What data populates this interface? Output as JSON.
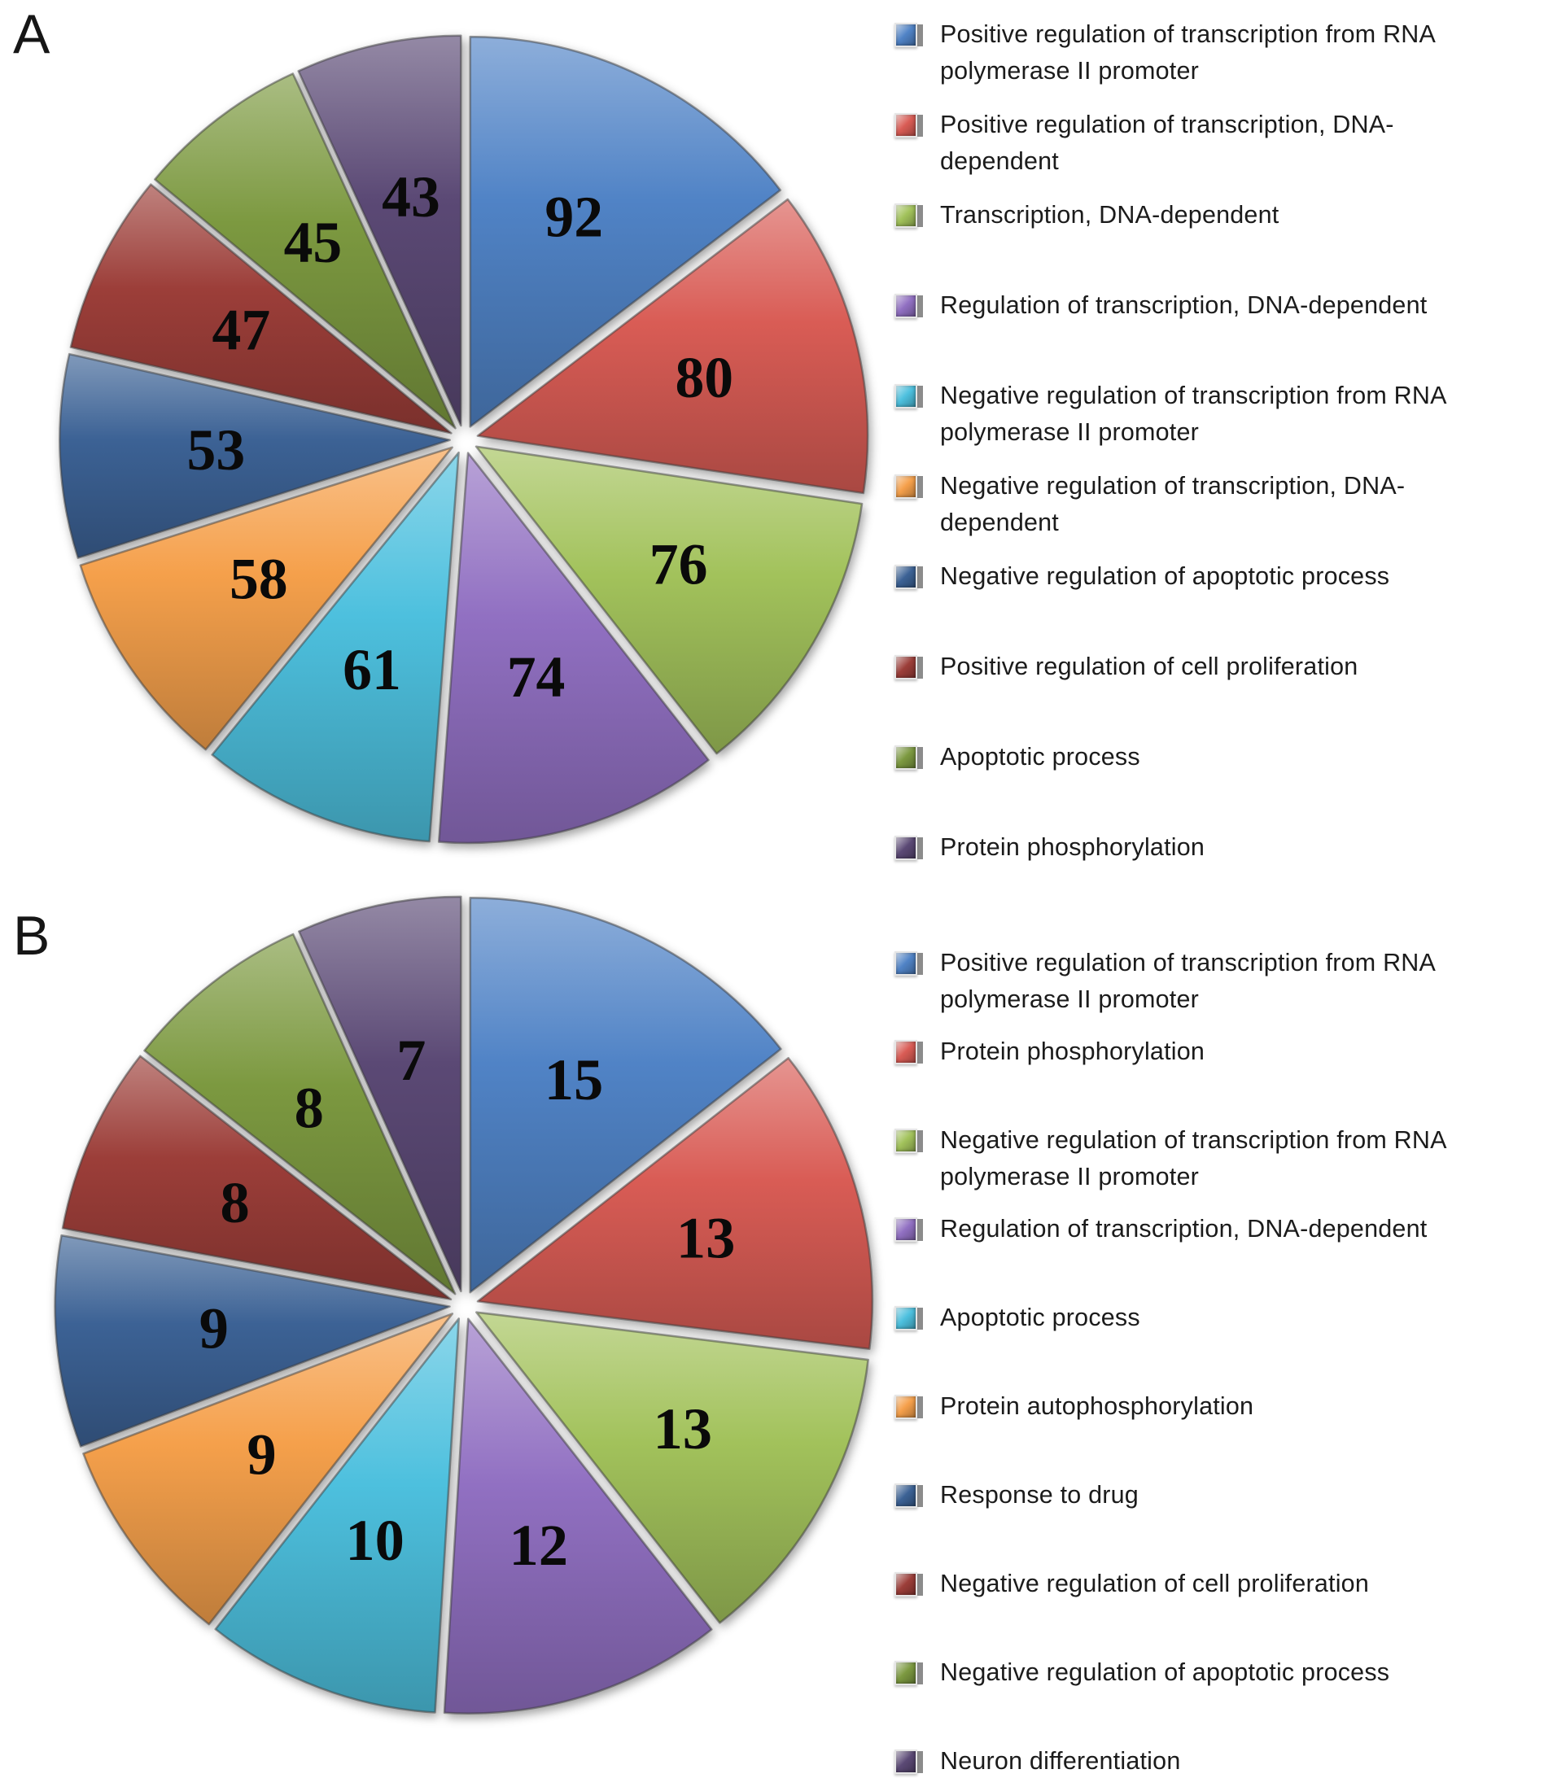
{
  "panels": [
    {
      "label": "A"
    },
    {
      "label": "B"
    }
  ],
  "chart_data": [
    {
      "type": "pie",
      "panel": "A",
      "title": "",
      "direction": "clockwise",
      "start_angle_deg": 0,
      "legend_position": "right",
      "labels_shown": "values-inside-slices",
      "categories": [
        "Positive regulation of transcription from RNA polymerase II promoter",
        "Positive regulation of transcription, DNA-dependent",
        "Transcription, DNA-dependent",
        "Regulation of transcription, DNA-dependent",
        "Negative regulation of transcription from RNA polymerase II promoter",
        "Negative regulation of transcription, DNA-dependent",
        "Negative regulation of apoptotic process",
        "Positive regulation of cell proliferation",
        "Apoptotic process",
        "Protein phosphorylation"
      ],
      "values": [
        92,
        80,
        76,
        74,
        61,
        58,
        53,
        47,
        45,
        43
      ],
      "colors": [
        "#5083C6",
        "#D95C55",
        "#A2C25B",
        "#9170C2",
        "#4DC0DE",
        "#F5A04B",
        "#3C6295",
        "#9C3E39",
        "#7C9940",
        "#5B4975"
      ],
      "legend": [
        {
          "label": "Positive regulation of transcription from RNA\npolymerase II promoter",
          "color": "#5083C6"
        },
        {
          "label": "Positive regulation of transcription, DNA-\ndependent",
          "color": "#D95C55"
        },
        {
          "label": "Transcription, DNA-dependent",
          "color": "#A2C25B"
        },
        {
          "label": "Regulation of transcription, DNA-dependent",
          "color": "#9170C2"
        },
        {
          "label": "Negative regulation of transcription from RNA\npolymerase II promoter",
          "color": "#4DC0DE"
        },
        {
          "label": "Negative regulation of transcription, DNA-\ndependent",
          "color": "#F5A04B"
        },
        {
          "label": "Negative regulation of apoptotic process",
          "color": "#3C6295"
        },
        {
          "label": "Positive regulation of cell proliferation",
          "color": "#9C3E39"
        },
        {
          "label": "Apoptotic process",
          "color": "#7C9940"
        },
        {
          "label": "Protein phosphorylation",
          "color": "#5B4975"
        }
      ]
    },
    {
      "type": "pie",
      "panel": "B",
      "title": "",
      "direction": "clockwise",
      "start_angle_deg": 0,
      "legend_position": "right",
      "labels_shown": "values-inside-slices",
      "categories": [
        "Positive regulation of transcription from RNA polymerase II promoter",
        "Protein phosphorylation",
        "Negative regulation of transcription from RNA polymerase II promoter",
        "Regulation of transcription, DNA-dependent",
        "Apoptotic process",
        "Protein autophosphorylation",
        "Response to drug",
        "Negative regulation of cell proliferation",
        "Negative regulation of apoptotic process",
        "Neuron differentiation"
      ],
      "values": [
        15,
        13,
        13,
        12,
        10,
        9,
        9,
        8,
        8,
        7
      ],
      "colors": [
        "#5083C6",
        "#D95C55",
        "#A2C25B",
        "#9170C2",
        "#4DC0DE",
        "#F5A04B",
        "#3C6295",
        "#9C3E39",
        "#7C9940",
        "#5B4975"
      ],
      "legend": [
        {
          "label": "Positive regulation of transcription from RNA\npolymerase II promoter",
          "color": "#5083C6"
        },
        {
          "label": "Protein phosphorylation",
          "color": "#D95C55"
        },
        {
          "label": "Negative regulation of transcription from RNA\npolymerase II promoter",
          "color": "#A2C25B"
        },
        {
          "label": "Regulation of transcription, DNA-dependent",
          "color": "#9170C2"
        },
        {
          "label": "Apoptotic process",
          "color": "#4DC0DE"
        },
        {
          "label": "Protein autophosphorylation",
          "color": "#F5A04B"
        },
        {
          "label": "Response to drug",
          "color": "#3C6295"
        },
        {
          "label": "Negative regulation of cell proliferation",
          "color": "#9C3E39"
        },
        {
          "label": "Negative regulation of apoptotic process",
          "color": "#7C9940"
        },
        {
          "label": "Neuron differentiation",
          "color": "#5B4975"
        }
      ]
    }
  ]
}
